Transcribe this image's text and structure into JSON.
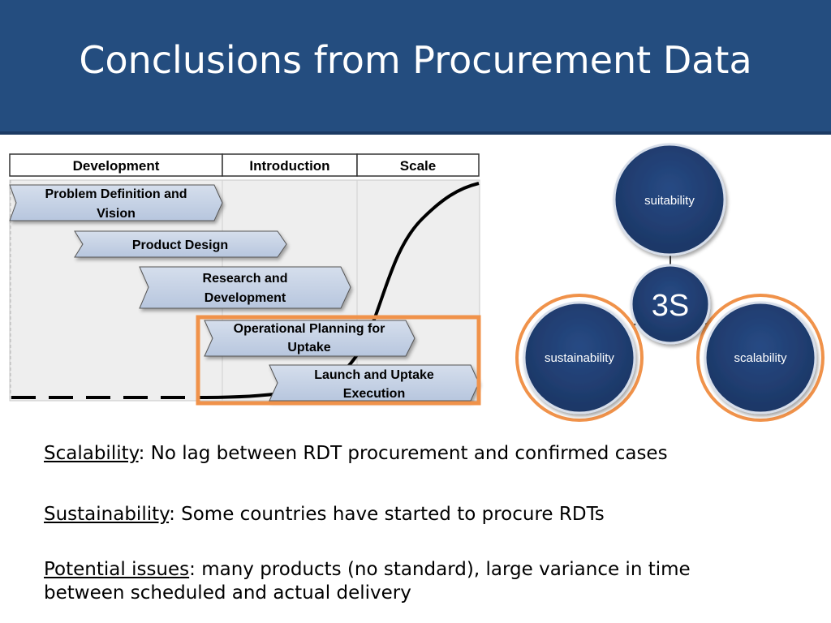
{
  "slide": {
    "title": "Conclusions from Procurement Data"
  },
  "phases": {
    "headers": [
      "Development",
      "Introduction",
      "Scale"
    ],
    "stages": [
      [
        "Problem Definition and",
        "Vision"
      ],
      [
        "Product Design"
      ],
      [
        "Research and",
        "Development"
      ],
      [
        "Operational Planning for",
        "Uptake"
      ],
      [
        "Launch and Uptake",
        "Execution"
      ]
    ]
  },
  "three_s": {
    "center": "3S",
    "top": "suitability",
    "left": "sustainability",
    "right": "scalability"
  },
  "bullets": [
    {
      "term": "Scalability",
      "text": ": No lag between RDT procurement and confirmed cases"
    },
    {
      "term": "Sustainability",
      "text": ": Some countries have started to procure RDTs"
    },
    {
      "term": "Potential issues",
      "text": ": many products (no standard), large variance in time between scheduled and actual delivery"
    }
  ],
  "colors": {
    "header": "#244d7f",
    "circle": "#1f3b6e",
    "highlight": "#f0924a",
    "stage_fill": "#c6d3e6"
  }
}
